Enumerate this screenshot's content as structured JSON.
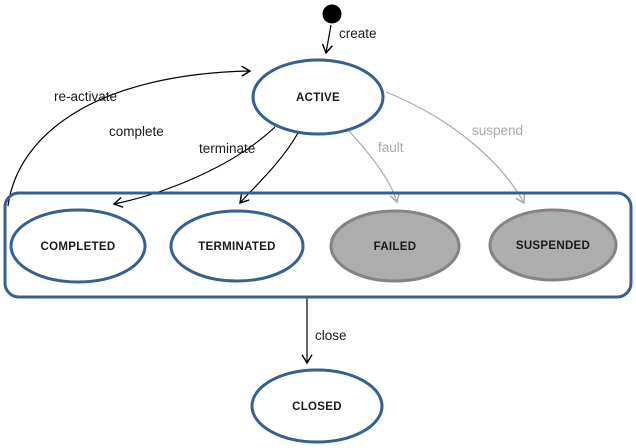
{
  "diagram": {
    "type": "state-machine",
    "initial_state": {
      "name": "initial-pseudostate"
    },
    "states": [
      {
        "id": "active",
        "label": "ACTIVE",
        "kind": "normal"
      },
      {
        "id": "completed",
        "label": "COMPLETED",
        "kind": "normal"
      },
      {
        "id": "terminated",
        "label": "TERMINATED",
        "kind": "normal"
      },
      {
        "id": "failed",
        "label": "FAILED",
        "kind": "disabled"
      },
      {
        "id": "suspended",
        "label": "SUSPENDED",
        "kind": "disabled"
      },
      {
        "id": "closed",
        "label": "CLOSED",
        "kind": "normal"
      }
    ],
    "transitions": [
      {
        "label": "create",
        "from": "initial",
        "to": "active",
        "style": "black"
      },
      {
        "label": "re-activate",
        "from": "completed",
        "to": "active",
        "style": "black"
      },
      {
        "label": "complete",
        "from": "active",
        "to": "completed",
        "style": "black"
      },
      {
        "label": "terminate",
        "from": "active",
        "to": "terminated",
        "style": "black"
      },
      {
        "label": "fault",
        "from": "active",
        "to": "failed",
        "style": "gray"
      },
      {
        "label": "suspend",
        "from": "active",
        "to": "suspended",
        "style": "gray"
      },
      {
        "label": "close",
        "from": "terminal-states",
        "to": "closed",
        "style": "black"
      }
    ],
    "colors": {
      "node_border": "#366092",
      "node_fill": "#FFFFFF",
      "disabled_fill": "#ADADAD",
      "disabled_border": "#848484",
      "text": "#1A1A1A",
      "gray_edge": "#A8A8A8",
      "black_edge": "#000000",
      "background": "#FFFFFF"
    }
  }
}
